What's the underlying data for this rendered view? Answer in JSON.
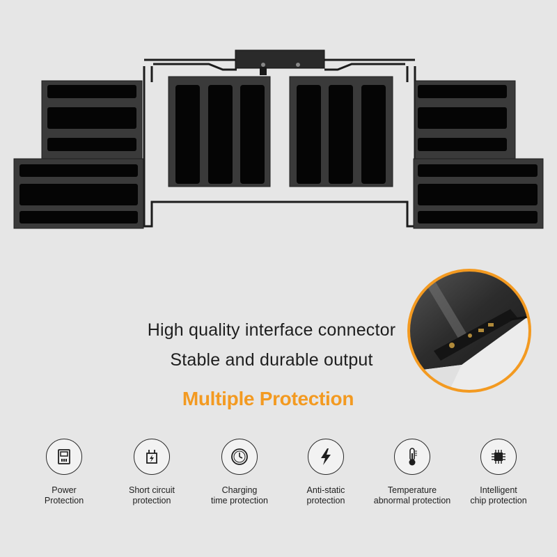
{
  "text": {
    "line1": "High quality interface connector",
    "line2": "Stable and durable output",
    "headline": "Multiple Protection"
  },
  "colors": {
    "background": "#e6e6e6",
    "accent": "#f39a21",
    "cell": "#3a3a3a",
    "cell_window": "#050505"
  },
  "features": [
    {
      "icon": "power-meter-icon",
      "line1": "Power",
      "line2": "Protection"
    },
    {
      "icon": "short-circuit-icon",
      "line1": "Short circuit",
      "line2": "protection"
    },
    {
      "icon": "clock-icon",
      "line1": "Charging",
      "line2": "time protection"
    },
    {
      "icon": "lightning-icon",
      "line1": "Anti-static",
      "line2": "protection"
    },
    {
      "icon": "thermometer-icon",
      "line1": "Temperature",
      "line2": "abnormal protection"
    },
    {
      "icon": "chip-icon",
      "line1": "Intelligent",
      "line2": "chip protection"
    }
  ]
}
